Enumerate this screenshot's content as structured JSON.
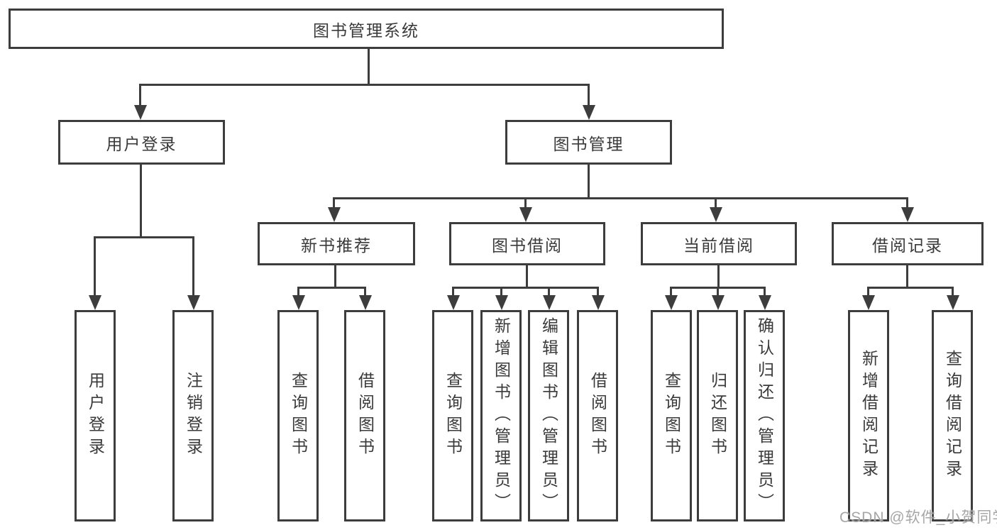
{
  "tree": {
    "root": {
      "label": "图书管理系统",
      "children": [
        {
          "label": "用户登录",
          "children": [
            {
              "label": "用户登录"
            },
            {
              "label": "注销登录"
            }
          ]
        },
        {
          "label": "图书管理",
          "children": [
            {
              "label": "新书推荐",
              "children": [
                {
                  "label": "查询图书"
                },
                {
                  "label": "借阅图书"
                }
              ]
            },
            {
              "label": "图书借阅",
              "children": [
                {
                  "label": "查询图书"
                },
                {
                  "label": "新增图书（管理员）"
                },
                {
                  "label": "编辑图书（管理员）"
                },
                {
                  "label": "借阅图书"
                }
              ]
            },
            {
              "label": "当前借阅",
              "children": [
                {
                  "label": "查询图书"
                },
                {
                  "label": "归还图书"
                },
                {
                  "label": "确认归还（管理员）"
                }
              ]
            },
            {
              "label": "借阅记录",
              "children": [
                {
                  "label": "新增借阅记录"
                },
                {
                  "label": "查询借阅记录"
                }
              ]
            }
          ]
        }
      ]
    }
  },
  "watermark": {
    "text": "CSDN @软件_小贺同学"
  },
  "colors": {
    "line": "#3d3d3d",
    "text": "#3a3a3a",
    "watermark": "#9e9e9e",
    "background": "#ffffff"
  }
}
